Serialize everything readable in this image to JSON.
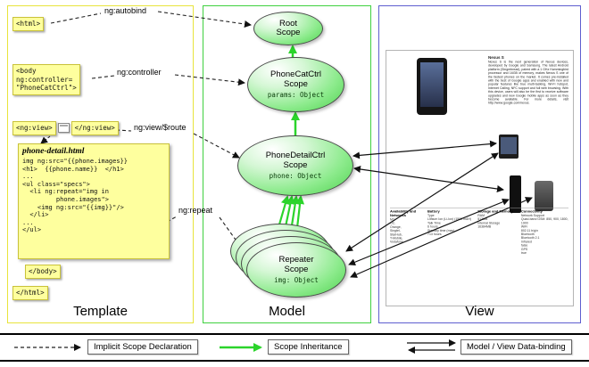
{
  "template_panel": {
    "title": "Template",
    "boxes": {
      "html_open": "<html>",
      "body_open": "<body\nng:controller=\n\"PhoneCatCtrl\">",
      "ng_view_open": "<ng:view>",
      "ng_view_close": "</ng:view>",
      "body_close": "</body>",
      "html_close": "</html>"
    },
    "code_box": {
      "title": "phone-detail.html",
      "lines": [
        "img ng:src=\"{{phone.images}}",
        "<h1>  {{phone.name}}  </h1>",
        "...",
        "<ul class=\"specs\">",
        "  <li ng:repeat=\"img in",
        "         phone.images\">",
        "    <img ng:src=\"{{img}}\"/>",
        "  </li>",
        "...",
        "</ul>"
      ]
    },
    "labels": {
      "autobind": "ng:autobind",
      "controller": "ng:controller",
      "view_route": "ng:view/$route",
      "repeat": "ng:repeat"
    }
  },
  "model_panel": {
    "title": "Model",
    "scopes": {
      "root": {
        "title": "Root\nScope"
      },
      "phonecat": {
        "title": "PhoneCatCtrl\nScope",
        "code": "params: Object"
      },
      "phonedetail": {
        "title": "PhoneDetailCtrl\nScope",
        "code": "phone: Object"
      },
      "repeater": {
        "title": "Repeater\nScope",
        "code": "img: Object"
      }
    }
  },
  "view_panel": {
    "title": "View",
    "page": {
      "heading": "Nexus S",
      "description": "Nexus S is the next generation of Nexus devices, developed by Google and Samsung. The latest Android platform (Gingerbread), paired with a 1 GHz Hummingbird processor and 16GB of memory, makes Nexus S one of the fastest phones on the market. It comes pre-installed with the best of Google apps and enabled with new and popular features like true multi-tasking, Wi-Fi hotspot, Internet Calling, NFC support and full web browsing. With this device, users will also be the first to receive software upgrades and new Google mobile apps as soon as they become available. For more details, visit http://www.google.com/nexus.",
      "specs": [
        {
          "header": "Availability and Networks",
          "rows": "M7,\nO2,\nOrange,\nSingtel,\nStarHub,\nT-Mobile,\nVodafone"
        },
        {
          "header": "Battery",
          "rows": "Type\nLithium Ion (Li-Ion) (1500 mAH)\nTalk Time\n6 hours\nStandby time (max)\n713 hours"
        },
        {
          "header": "Storage and Memory",
          "rows": "RAM\n512MB\nInternal Storage\n16384MB"
        },
        {
          "header": "Connectivity",
          "rows": "Network Support\nQuad-band GSM: 850, 900, 1800, 1900\nWiFi\n802.11 b/g/n\nBluetooth\nBluetooth 2.1\nInfrared\nfalse\nGPS\ntrue"
        }
      ]
    }
  },
  "legend": {
    "implicit": "Implicit Scope Declaration",
    "inheritance": "Scope Inheritance",
    "databinding": "Model / View Data-binding"
  },
  "colors": {
    "template_border": "#e8e43c",
    "model_border": "#3fd13f",
    "view_border": "#5e5ecf",
    "sticky_fill": "#feff9e",
    "scope_fill_green": "#4ed24e",
    "inheritance_arrow": "#2bd42b",
    "implicit_arrow": "#222222",
    "databinding_arrow": "#111111"
  }
}
